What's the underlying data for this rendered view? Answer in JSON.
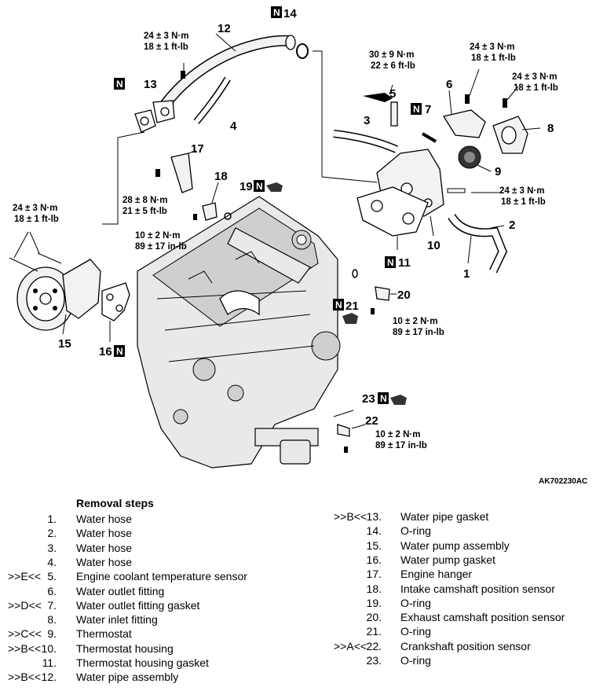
{
  "figure_code": "AK702230AC",
  "diagram": {
    "callouts": {
      "c1": "1",
      "c2": "2",
      "c3": "3",
      "c4": "4",
      "c5": "5",
      "c6": "6",
      "c7": "7",
      "c8": "8",
      "c9": "9",
      "c10": "10",
      "c11": "11",
      "c12": "12",
      "c13": "13",
      "c14": "14",
      "c15": "15",
      "c16": "16",
      "c17": "17",
      "c18": "18",
      "c19": "19",
      "c20": "20",
      "c21": "21",
      "c22": "22",
      "c23": "23"
    },
    "new_part_marker": "N",
    "torques": {
      "t12_nm": "24 ± 3 N·m",
      "t12_ft": "18 ± 1 ft-lb",
      "t5_nm": "30 ± 9 N·m",
      "t5_ft": "22 ± 6 ft-lb",
      "t6_nm": "24 ± 3 N·m",
      "t6_ft": "18 ± 1 ft-lb",
      "t8_nm": "24 ± 3 N·m",
      "t8_ft": "18 ± 1 ft-lb",
      "t17_nm": "28 ± 8 N·m",
      "t17_ft": "21 ± 5 ft-lb",
      "t10_nm": "24 ± 3 N·m",
      "t10_ft": "18 ± 1 ft-lb",
      "t15_nm": "24 ± 3 N·m",
      "t15_ft": "18 ± 1 ft-lb",
      "t18_nm": "10 ± 2 N·m",
      "t18_in": "89 ± 17 in-lb",
      "t20_nm": "10 ± 2 N·m",
      "t20_in": "89 ± 17 in-lb",
      "t22_nm": "10 ± 2 N·m",
      "t22_in": "89 ± 17 in-lb"
    }
  },
  "removal_steps": {
    "title": "Removal steps",
    "left": [
      {
        "mark": "",
        "num": "1.",
        "text": "Water hose"
      },
      {
        "mark": "",
        "num": "2.",
        "text": "Water hose"
      },
      {
        "mark": "",
        "num": "3.",
        "text": "Water hose"
      },
      {
        "mark": "",
        "num": "4.",
        "text": "Water hose"
      },
      {
        "mark": ">>E<<",
        "num": "5.",
        "text": "Engine coolant temperature sensor"
      },
      {
        "mark": "",
        "num": "6.",
        "text": "Water outlet fitting"
      },
      {
        "mark": ">>D<<",
        "num": "7.",
        "text": "Water outlet fitting gasket"
      },
      {
        "mark": "",
        "num": "8.",
        "text": "Water inlet fitting"
      },
      {
        "mark": ">>C<<",
        "num": "9.",
        "text": "Thermostat"
      },
      {
        "mark": ">>B<<",
        "num": "10.",
        "text": "Thermostat housing"
      },
      {
        "mark": "",
        "num": "11.",
        "text": "Thermostat housing gasket"
      },
      {
        "mark": ">>B<<",
        "num": "12.",
        "text": "Water pipe assembly"
      }
    ],
    "right": [
      {
        "mark": ">>B<<",
        "num": "13.",
        "text": "Water pipe gasket"
      },
      {
        "mark": "",
        "num": "14.",
        "text": "O-ring"
      },
      {
        "mark": "",
        "num": "15.",
        "text": "Water pump assembly"
      },
      {
        "mark": "",
        "num": "16.",
        "text": "Water pump gasket"
      },
      {
        "mark": "",
        "num": "17.",
        "text": "Engine hanger"
      },
      {
        "mark": "",
        "num": "18.",
        "text": "Intake camshaft position sensor"
      },
      {
        "mark": "",
        "num": "19.",
        "text": "O-ring"
      },
      {
        "mark": "",
        "num": "20.",
        "text": "Exhaust camshaft position sensor"
      },
      {
        "mark": "",
        "num": "21.",
        "text": "O-ring"
      },
      {
        "mark": ">>A<<",
        "num": "22.",
        "text": "Crankshaft position sensor"
      },
      {
        "mark": "",
        "num": "23.",
        "text": "O-ring"
      }
    ]
  }
}
